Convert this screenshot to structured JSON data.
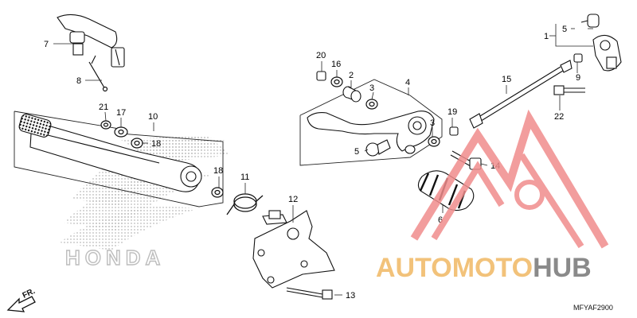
{
  "diagram": {
    "part_numbers": [
      "1",
      "2",
      "3",
      "3",
      "4",
      "5",
      "5",
      "6",
      "7",
      "8",
      "9",
      "10",
      "11",
      "12",
      "13",
      "14",
      "15",
      "16",
      "17",
      "18",
      "18",
      "19",
      "20",
      "21",
      "22"
    ],
    "direction_label": "FR.",
    "diagram_code": "MFYAF2900",
    "brand_background": "HONDA"
  },
  "watermark": {
    "prefix": "AUTOMOTO",
    "suffix": "HUB",
    "colors": {
      "prefix": "#f2c27a",
      "suffix": "#8a8a8a",
      "logo": "#f08c8c"
    }
  }
}
